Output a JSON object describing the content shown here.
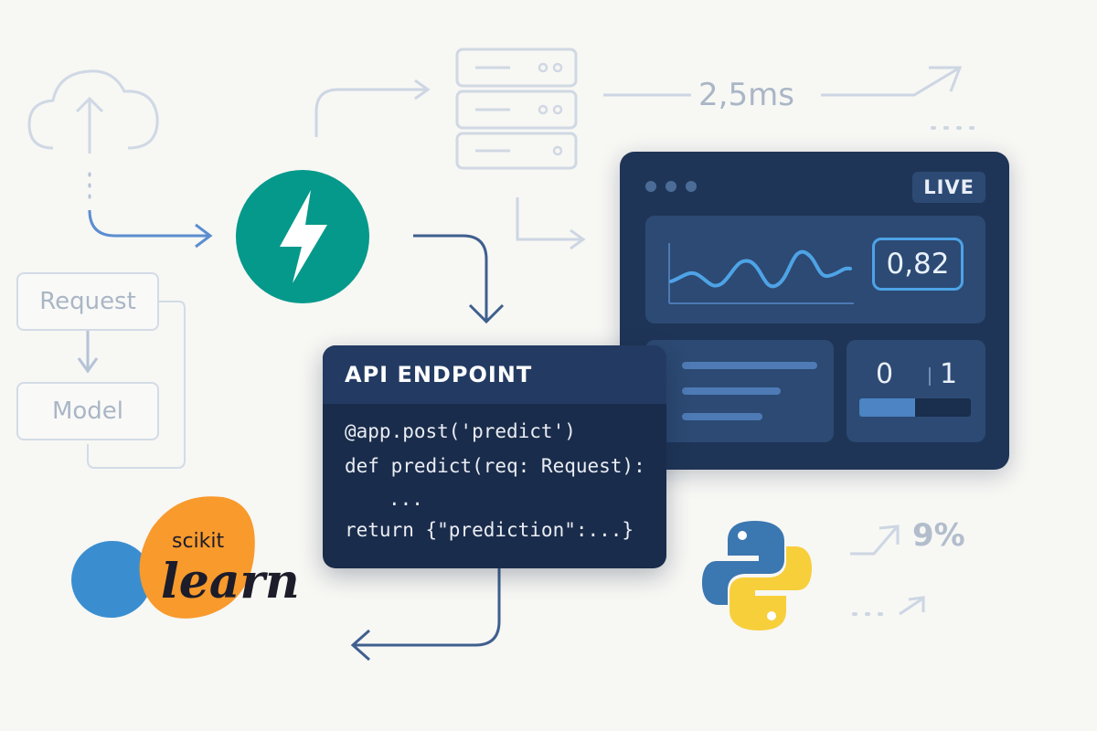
{
  "flow": {
    "request_label": "Request",
    "model_label": "Model",
    "latency_label": "2,5ms",
    "trend_label": "9%"
  },
  "dashboard": {
    "badge": "LIVE",
    "metric_value": "0,82",
    "toggle_left": "0",
    "toggle_right": "1",
    "progress_fraction": 0.5
  },
  "code_card": {
    "title": "API ENDPOINT",
    "lines": {
      "l1": "@app.post('predict')",
      "l2": "def predict(req: Request):",
      "l3": "...",
      "l4": "return {\"prediction\":...}"
    }
  },
  "logos": {
    "sklearn_top": "scikit",
    "sklearn_bottom": "learn"
  },
  "icons": {
    "fastapi": "lightning-bolt-icon",
    "cloud": "cloud-upload-icon",
    "server": "server-stack-icon",
    "python": "python-logo-icon"
  },
  "colors": {
    "fastapi_teal": "#05998b",
    "dashboard_bg": "#1f3557",
    "accent_blue": "#4ea3e6",
    "sklearn_orange": "#f89a2c",
    "sklearn_blue": "#3a8ed0",
    "python_blue": "#3b77b1",
    "python_yellow": "#f7cf3b"
  }
}
